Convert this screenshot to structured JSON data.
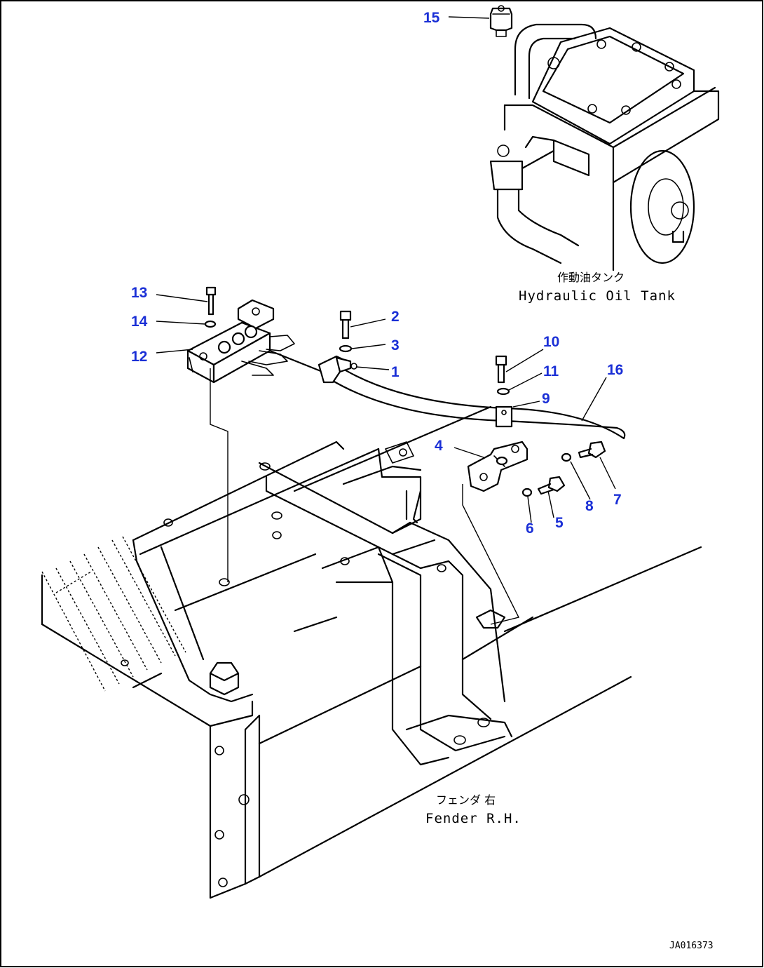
{
  "diagram": {
    "callouts": [
      {
        "id": "1",
        "label": "1"
      },
      {
        "id": "2",
        "label": "2"
      },
      {
        "id": "3",
        "label": "3"
      },
      {
        "id": "4",
        "label": "4"
      },
      {
        "id": "5",
        "label": "5"
      },
      {
        "id": "6",
        "label": "6"
      },
      {
        "id": "7",
        "label": "7"
      },
      {
        "id": "8",
        "label": "8"
      },
      {
        "id": "9",
        "label": "9"
      },
      {
        "id": "10",
        "label": "10"
      },
      {
        "id": "11",
        "label": "11"
      },
      {
        "id": "12",
        "label": "12"
      },
      {
        "id": "13",
        "label": "13"
      },
      {
        "id": "14",
        "label": "14"
      },
      {
        "id": "15",
        "label": "15"
      },
      {
        "id": "16",
        "label": "16"
      }
    ],
    "annotations": {
      "tank_jp": "作動油タンク",
      "tank_en": "Hydraulic Oil Tank",
      "fender_jp": "フェンダ 右",
      "fender_en": "Fender R.H."
    },
    "drawing_code": "JA016373",
    "colors": {
      "callout": "#1a2fd6",
      "line": "#000000",
      "background": "#ffffff"
    }
  }
}
